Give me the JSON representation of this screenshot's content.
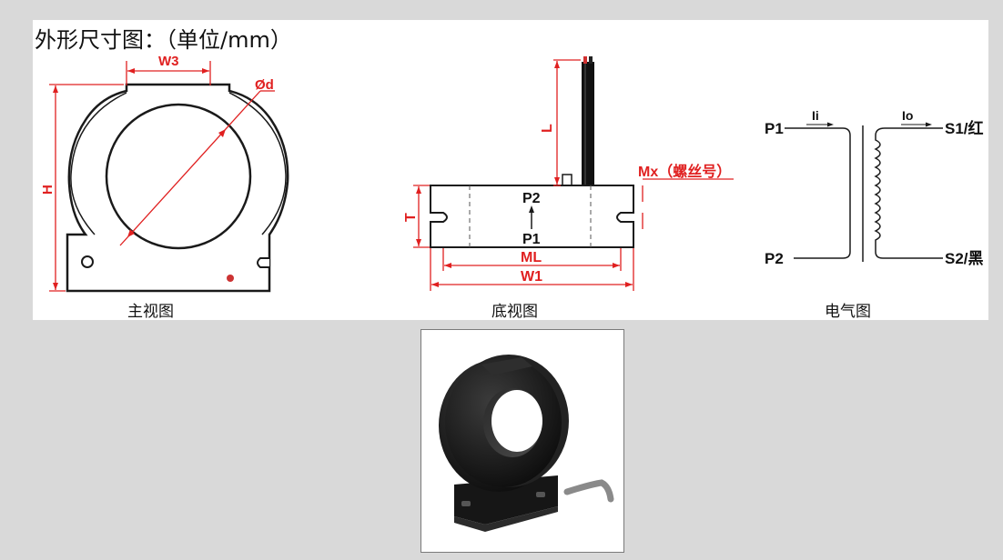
{
  "title": "外形尺寸图：（单位/mm）",
  "views": {
    "front": {
      "caption": "主视图",
      "labels": {
        "w3": "W3",
        "od": "Ød",
        "h": "H"
      }
    },
    "bottom": {
      "caption": "底视图",
      "labels": {
        "l": "L",
        "mx": "Mx（螺丝号）",
        "t": "T",
        "p2": "P2",
        "p1": "P1",
        "ml": "ML",
        "w1": "W1"
      }
    },
    "electrical": {
      "caption": "电气图",
      "labels": {
        "ii": "Ii",
        "io": "Io",
        "p1": "P1",
        "p2": "P2",
        "s1": "S1/红",
        "s2": "S2/黑"
      }
    }
  },
  "colors": {
    "dimension": "#e02020",
    "outline": "#1a1a1a",
    "background": "#d9d9d9"
  }
}
